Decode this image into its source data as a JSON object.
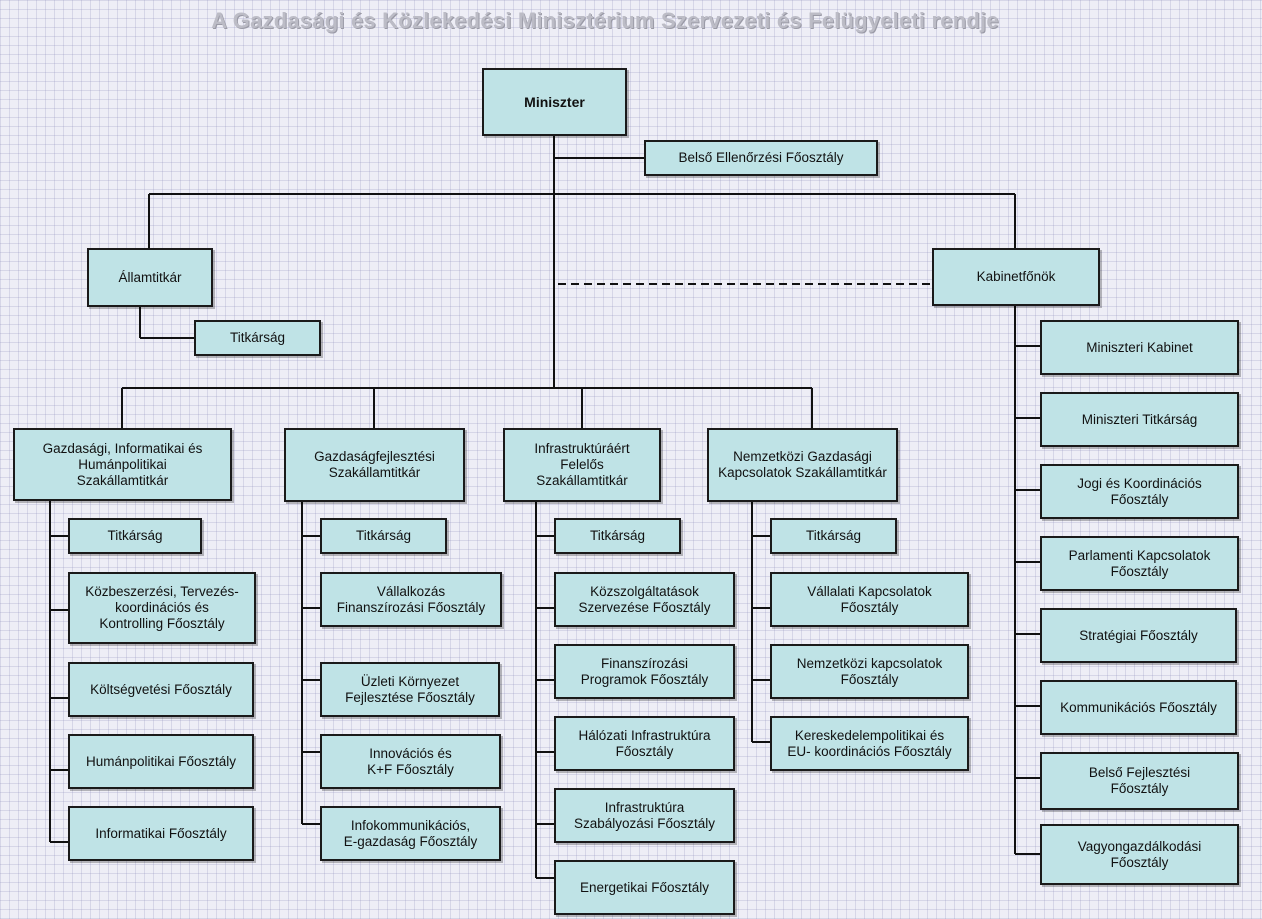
{
  "title": "A Gazdasági és Közlekedési Minisztérium Szervezeti és Felügyeleti rendje",
  "colors": {
    "box_fill": "#bfe3e6",
    "box_border": "#1a1a1a",
    "line": "#111111",
    "title": "#bcbcc6"
  },
  "nodes": {
    "miniszter": "Miniszter",
    "belso_ellenorzesi": "Belső Ellenőrzési Főosztály",
    "allamtitkar": "Államtitkár",
    "allamtitkar_titkarsag": "Titkárság",
    "kabinetfonok": "Kabinetfőnök",
    "gazdasagi_szak": "Gazdasági, Informatikai és\nHumánpolitikai\nSzakállamtitkár",
    "gazd_titkarsag": "Titkárság",
    "kozbeszerzesi": "Közbeszerzési, Tervezés-\nkoordinációs és\nKontrolling Főosztály",
    "koltsegvetesi": "Költségvetési Főosztály",
    "humanpolitikai": "Humánpolitikai Főosztály",
    "informatikai": "Informatikai Főosztály",
    "gazdasagfejl_szak": "Gazdaságfejlesztési\nSzakállamtitkár",
    "gf_titkarsag": "Titkárság",
    "vallalkozas": "Vállalkozás\nFinanszírozási Főosztály",
    "uzleti": "Üzleti Környezet\nFejlesztése Főosztály",
    "innovacios": "Innovációs és\nK+F Főosztály",
    "infokommunikacios": "Infokommunikációs,\nE-gazdaság Főosztály",
    "infra_szak": "Infrastruktúráért\nFelelős\nSzakállamtitkár",
    "infra_titkarsag": "Titkárság",
    "kozszolgaltatasok": "Közszolgáltatások\nSzervezése Főosztály",
    "finanszirozasi": "Finanszírozási\nProgramok Főosztály",
    "halozati": "Hálózati Infrastruktúra\nFőosztály",
    "infra_szabalyozasi": "Infrastruktúra\nSzabályozási Főosztály",
    "energetikai": "Energetikai Főosztály",
    "nemzetkozi_szak": "Nemzetközi Gazdasági\nKapcsolatok Szakállamtitkár",
    "nk_titkarsag": "Titkárság",
    "vallalati": "Vállalati Kapcsolatok\nFőosztály",
    "nemzetkozi_kapcs": "Nemzetközi kapcsolatok\nFőosztály",
    "kereskedelem": "Kereskedelempolitikai és\nEU- koordinációs Főosztály",
    "miniszteri_kabinet": "Miniszteri Kabinet",
    "miniszteri_titkarsag": "Miniszteri Titkárság",
    "jogi": "Jogi és Koordinációs\nFőosztály",
    "parlamenti": "Parlamenti Kapcsolatok\nFőosztály",
    "strategiai": "Stratégiai Főosztály",
    "kommunikacios": "Kommunikációs Főosztály",
    "belso_fejlesztesi": "Belső Fejlesztési\nFőosztály",
    "vagyongazdalkodasi": "Vagyongazdálkodási\nFőosztály"
  }
}
